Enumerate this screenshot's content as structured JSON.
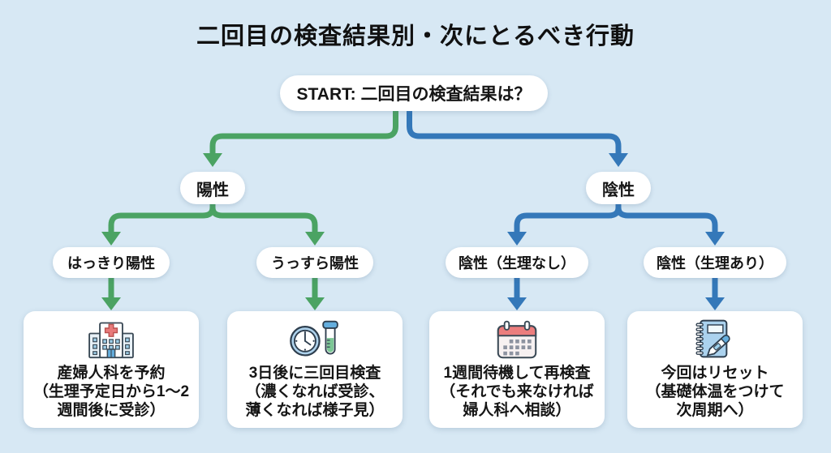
{
  "title": "二回目の検査結果別・次にとるべき行動",
  "colors": {
    "background": "#d7e8f4",
    "positive_branch": "#4ba363",
    "negative_branch": "#3478b9",
    "node_background": "#ffffff",
    "text": "#151515"
  },
  "flow": {
    "start": "START: 二回目の検査結果は？",
    "positive_branch": {
      "label": "陽性",
      "children": [
        "はっきり陽性",
        "うっすら陽性"
      ]
    },
    "negative_branch": {
      "label": "陰性",
      "children": [
        "陰性（生理なし）",
        "陰性（生理あり）"
      ]
    },
    "outcomes": [
      {
        "icon": "hospital-icon",
        "title": "産婦人科を予約",
        "subtitle": "（生理予定日から1〜2週間後に受診）"
      },
      {
        "icon": "clock-testtube-icon",
        "title": "3日後に三回目検査",
        "subtitle": "（濃くなれば受診、薄くなれば様子見）"
      },
      {
        "icon": "calendar-icon",
        "title": "1週間待機して再検査",
        "subtitle": "（それでも来なければ婦人科へ相談）"
      },
      {
        "icon": "notebook-thermometer-icon",
        "title": "今回はリセット",
        "subtitle": "（基礎体温をつけて次周期へ）"
      }
    ]
  }
}
